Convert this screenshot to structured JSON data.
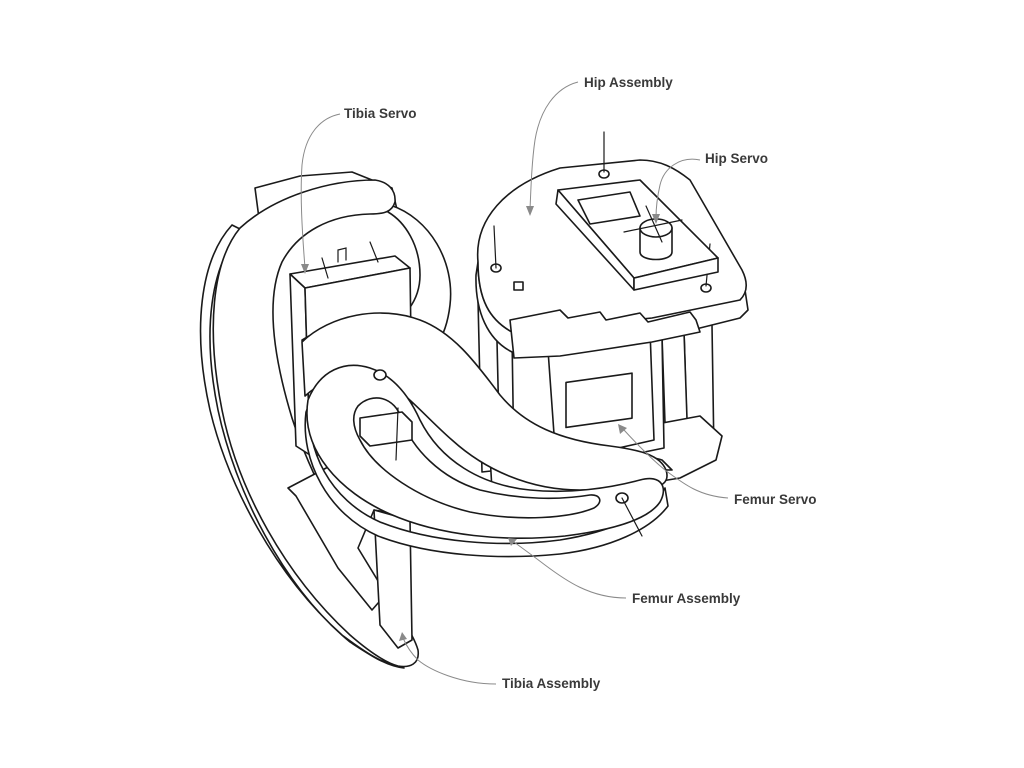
{
  "labels": {
    "hip_assembly": "Hip Assembly",
    "tibia_servo": "Tibia Servo",
    "hip_servo": "Hip Servo",
    "femur_servo": "Femur Servo",
    "femur_assembly": "Femur Assembly",
    "tibia_assembly": "Tibia Assembly"
  },
  "colors": {
    "line": "#1a1a1a",
    "leader": "#8a8a8a",
    "label": "#3a3a3a",
    "background": "#ffffff"
  }
}
